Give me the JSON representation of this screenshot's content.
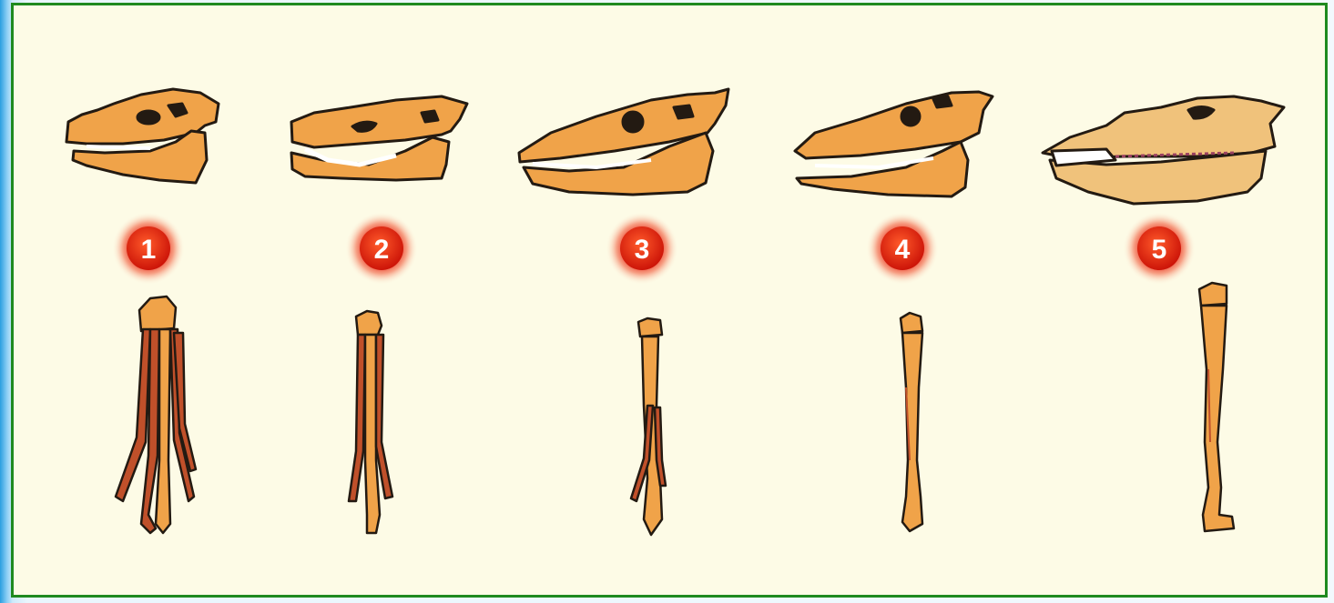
{
  "stages": [
    {
      "number": "1",
      "toes": 4
    },
    {
      "number": "2",
      "toes": 3
    },
    {
      "number": "3",
      "toes": 3
    },
    {
      "number": "4",
      "toes": 1
    },
    {
      "number": "5",
      "toes": 1
    }
  ],
  "colors": {
    "border": "#1f8a1f",
    "background": "#fdfbe6",
    "bone": "#f0a349",
    "bone_dark": "#c0502a",
    "outline": "#231a12",
    "badge": "#e02010"
  },
  "icons": [
    "skull-icon",
    "foot-bone-icon",
    "number-badge"
  ]
}
